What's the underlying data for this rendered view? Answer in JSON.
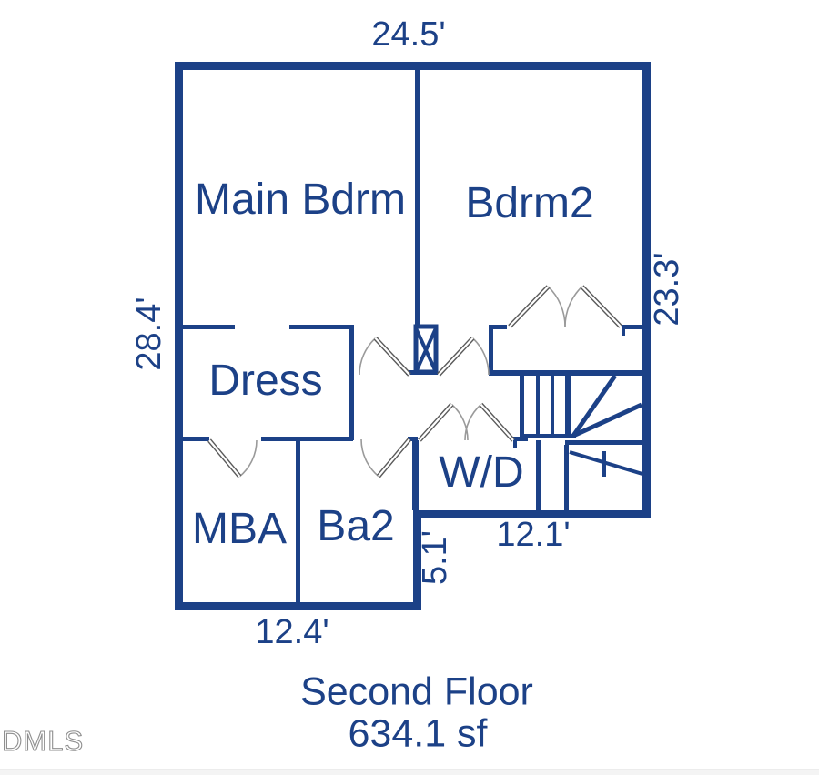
{
  "colors": {
    "wall_blue": "#1c4187",
    "door_leaf_gray": "#5a5a5a",
    "door_arc_gray": "#9a9a9a",
    "watermark_gray": "#ababab"
  },
  "rooms": [
    {
      "label": "Main Bdrm"
    },
    {
      "label": "Bdrm2"
    },
    {
      "label": "Dress"
    },
    {
      "label": "MBA"
    },
    {
      "label": "Ba2"
    },
    {
      "label": "W/D"
    }
  ],
  "dimensions": {
    "top": "24.5'",
    "left": "28.4'",
    "right": "23.3'",
    "bottom_left": "12.4'",
    "notch": "5.1'",
    "bottom_right": "12.1'"
  },
  "caption": {
    "title": "Second Floor",
    "area": "634.1 sf"
  },
  "watermark": "DMLS"
}
